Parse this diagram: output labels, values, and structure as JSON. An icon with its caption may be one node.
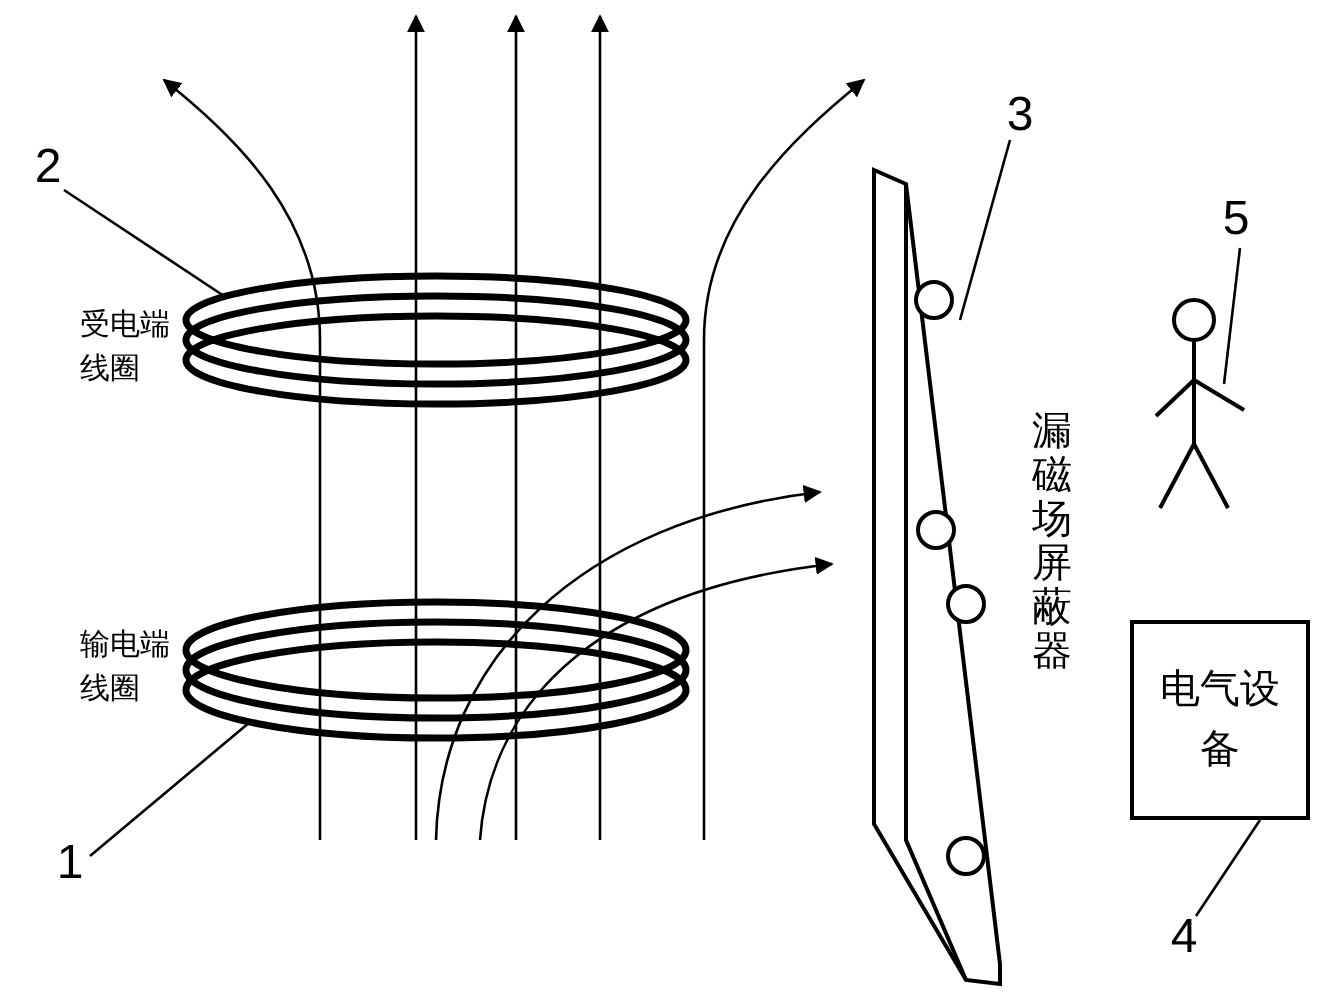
{
  "diagram": {
    "nodes": [
      {
        "text": [
          "2"
        ]
      },
      {
        "text": [],
        "shape": "coil",
        "beside": [
          "受电端线圈"
        ]
      },
      {
        "text": [
          "3"
        ]
      },
      {
        "text": [],
        "shape": "plate",
        "beside": [
          "漏磁场屏蔽器"
        ]
      },
      {
        "text": [
          "5"
        ]
      },
      {
        "text": [],
        "shape": "person"
      },
      {
        "text": [],
        "shape": "coil",
        "beside": [
          "输电端线圈"
        ]
      },
      {
        "text": [
          "电气设备"
        ]
      },
      {
        "text": [
          "1"
        ]
      },
      {
        "text": [
          "4"
        ]
      }
    ],
    "edges": [
      {
        "from": 0,
        "to": 1,
        "arrow": "none"
      },
      {
        "from": 2,
        "to": 3,
        "arrow": "none"
      },
      {
        "from": 4,
        "to": 5,
        "arrow": "none"
      },
      {
        "from": 8,
        "to": 6,
        "arrow": "none"
      },
      {
        "from": 9,
        "to": 7,
        "arrow": "none"
      }
    ]
  }
}
